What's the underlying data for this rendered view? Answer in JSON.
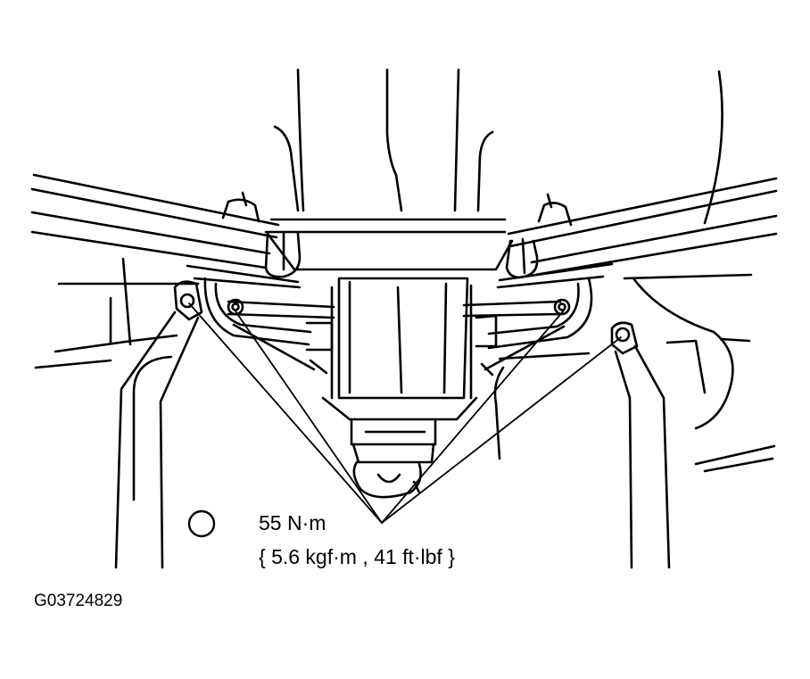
{
  "torque_label": {
    "value": "55 N·m",
    "alternate": "{ 5.6 kgf·m , 41 ft·lbf }"
  },
  "figure_code": "G03724829",
  "colors": {
    "ink": "#000000",
    "paper": "#ffffff"
  },
  "icons": {
    "torque-symbol": "circle-outline"
  }
}
